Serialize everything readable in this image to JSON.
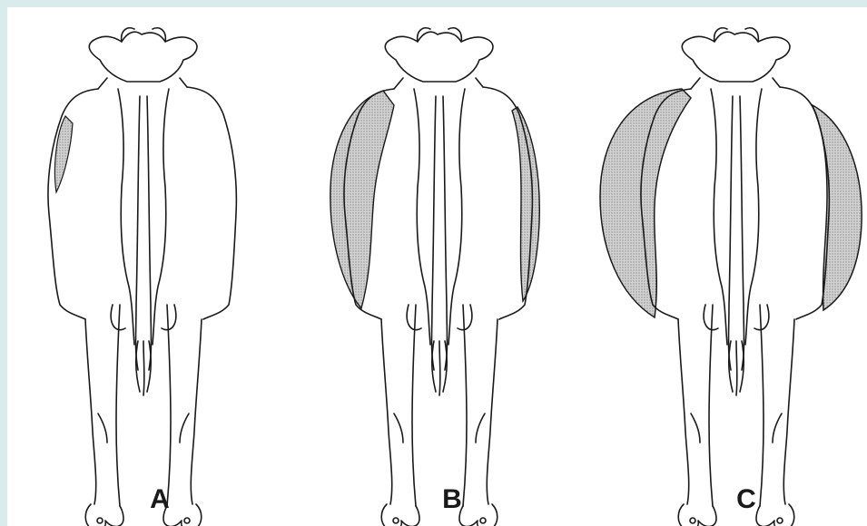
{
  "figure": {
    "panels": [
      {
        "id": "A",
        "label": "A",
        "fat_cover": "slight"
      },
      {
        "id": "B",
        "label": "B",
        "fat_cover": "moderate"
      },
      {
        "id": "C",
        "label": "C",
        "fat_cover": "heavy"
      }
    ]
  },
  "colors": {
    "background": "#d9eceb",
    "panel": "#ffffff",
    "outline": "#1a1a1a",
    "fat_shading": "#c9c9c9"
  }
}
